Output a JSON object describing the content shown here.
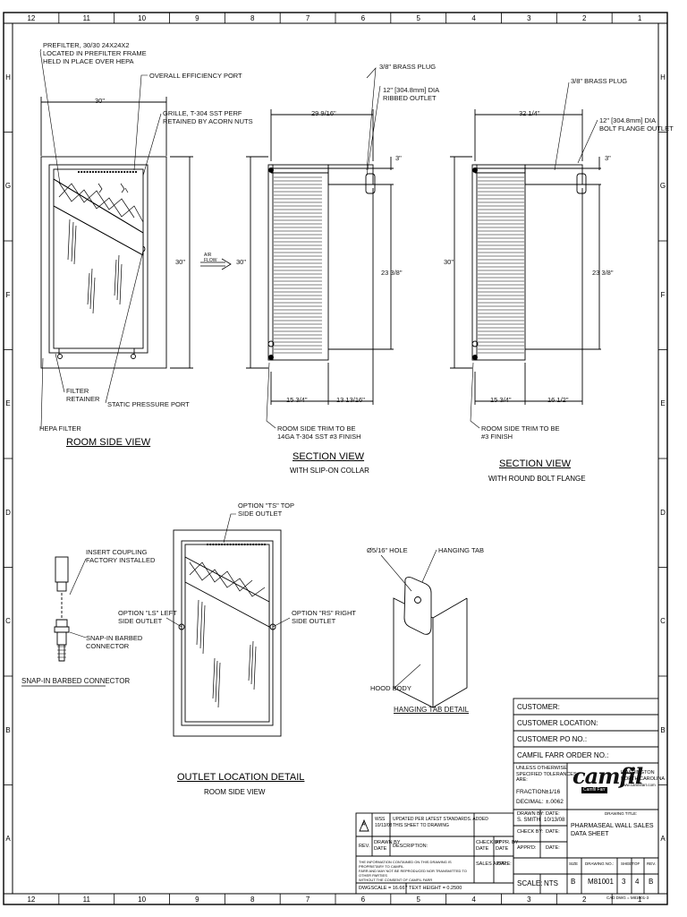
{
  "zones": {
    "columns": [
      "12",
      "11",
      "10",
      "9",
      "8",
      "7",
      "6",
      "5",
      "4",
      "3",
      "2",
      "1"
    ],
    "rows": [
      "H",
      "G",
      "F",
      "E",
      "D",
      "C",
      "B",
      "A"
    ]
  },
  "room_side_view": {
    "title": "ROOM SIDE VIEW",
    "prefilter": "PREFILTER, 30/30 24X24X2\nLOCATED IN PREFILTER FRAME\nHELD IN PLACE OVER HEPA",
    "efficiency_port": "OVERALL EFFICIENCY PORT",
    "grille": "GRILLE, T-304 SST PERF\nRETAINED BY ACORN NUTS",
    "width_dim": "30\"",
    "height_dim": "30\"",
    "filter_retainer": "FILTER\nRETAINER",
    "static_port": "STATIC PRESSURE PORT",
    "hepa_filter": "HEPA FILTER",
    "air_flow": "AIR\nFLOW"
  },
  "section_view_1": {
    "title": "SECTION VIEW",
    "subtitle": "WITH SLIP-ON COLLAR",
    "brass_plug": "3/8\" BRASS PLUG",
    "outlet": "12\" [304.8mm] DIA\nRIBBED OUTLET",
    "top_dim": "29 9/16\"",
    "collar_dim": "3\"",
    "height_dim": "30\"",
    "inner_height": "23 3/8\"",
    "depth_dim": "15 3/4\"",
    "outlet_dim": "13 13/16\"",
    "trim_note": "ROOM SIDE TRIM TO BE\n14GA T-304 SST #3 FINISH"
  },
  "section_view_2": {
    "title": "SECTION VIEW",
    "subtitle": "WITH ROUND BOLT FLANGE",
    "brass_plug": "3/8\" BRASS PLUG",
    "outlet": "12\" [304.8mm] DIA\nBOLT FLANGE OUTLET",
    "top_dim": "32 1/4\"",
    "collar_dim": "3\"",
    "height_dim": "30\"",
    "inner_height": "23 3/8\"",
    "depth_dim": "15 3/4\"",
    "outlet_dim": "16 1/2\"",
    "trim_note": "ROOM SIDE TRIM TO BE\n#3 FINISH"
  },
  "connector": {
    "title": "SNAP-IN BARBED CONNECTOR",
    "coupling": "INSERT COUPLING\nFACTORY INSTALLED",
    "barbed": "SNAP-IN BARBED\nCONNECTOR"
  },
  "outlet_detail": {
    "title": "OUTLET LOCATION DETAIL",
    "subtitle": "ROOM SIDE VIEW",
    "ts": "OPTION \"TS\" TOP\nSIDE OUTLET",
    "ls": "OPTION \"LS\" LEFT\nSIDE OUTLET",
    "rs": "OPTION \"RS\" RIGHT\nSIDE OUTLET"
  },
  "hanging_tab": {
    "title": "HANGING TAB DETAIL",
    "hole": "Ø5/16\" HOLE",
    "tab": "HANGING TAB",
    "hood": "HOOD BODY"
  },
  "title_block": {
    "customer": "CUSTOMER:",
    "customer_location": "CUSTOMER LOCATION:",
    "customer_po": "CUSTOMER PO NO.:",
    "camfil_order": "CAMFIL FARR ORDER NO.:",
    "tolerances": "UNLESS OTHERWISE\nSPECIFIED TOLERANCES\nARE:",
    "fraction_label": "FRACTION:",
    "fraction_value": "±1/16",
    "decimal_label": "DECIMAL:",
    "decimal_value": "±.0062",
    "logo": "camfil",
    "logo_sub": "Camfil Farr",
    "location": "WASHINGTON\nNORTH CAROLINA",
    "website": "www.camfilfarr.com",
    "drawing_title_label": "DRAWING TITLE:",
    "drawing_title": "PHARMASEAL WALL SALES\nDATA SHEET",
    "drawn_by_label": "DRAWN BY:",
    "drawn_by": "S. SMITH",
    "date_label": "DATE:",
    "drawn_date": "10/13/08",
    "check_by": "CHECK BY:",
    "approved": "APPR'D:",
    "size_label": "SIZE",
    "size": "B",
    "drawing_no_label": "DRAWING NO.:",
    "drawing_no": "M81001",
    "sheet_label": "SHEET",
    "sheet": "3",
    "of_label": "OF",
    "of": "4",
    "rev_label": "REV.",
    "rev": "B",
    "scale_label": "SCALE:",
    "scale": "NTS",
    "rev_entry_letter": "A",
    "rev_entry_by": "WSS\n10/13/08",
    "rev_entry_desc": "UPDATED PER LATEST STANDARDS. ADDED\nTHIS SHEET TO DRAWING",
    "rev_col": "REV.",
    "drawn_col": "DRAWN BY\nDATE",
    "desc_col": "DESCRIPTION:",
    "check_col": "CHECK BY\nDATE",
    "appr_col": "APPR. BY\nDATE",
    "sales_appr": "SALES APPR:",
    "date_col": "DATE:",
    "proprietary": "THE INFORMATION CONTAINED ON THIS DRAWING IS PROPRIETARY TO CAMFIL\nFARR AND MAY NOT BE REPRODUCED NOR TRANSMITTED TO OTHER PARTIES\nWITHOUT THE CONSENT OF CAMFIL FARR",
    "dwg_scale": "DWGSCALE = 16.667",
    "text_height": "TEXT HEIGHT = 0.2500",
    "cad_dwg": "CAD DWG = M81001-3"
  }
}
